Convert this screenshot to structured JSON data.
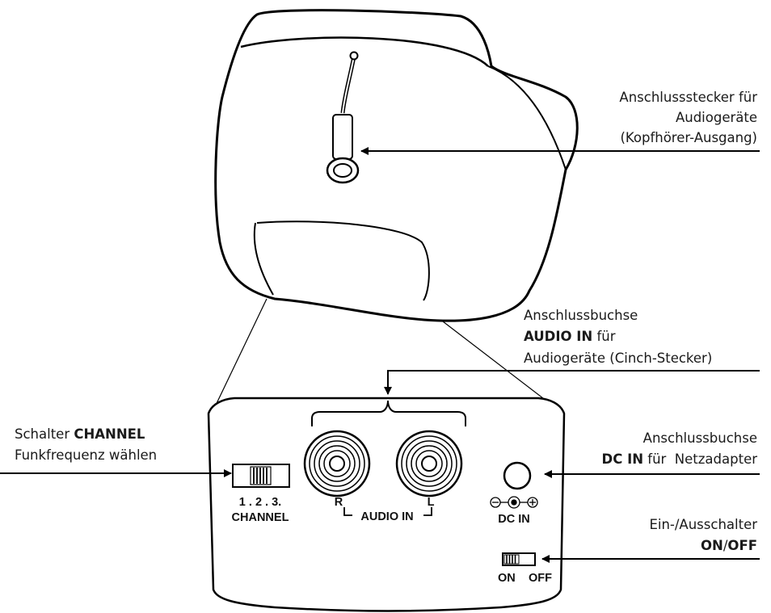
{
  "labels": {
    "headphone": {
      "line1": "Anschlussstecker für",
      "line2": "Audiogeräte",
      "line3": "(Kopfhörer-Ausgang)"
    },
    "audio_in": {
      "line1": "Anschlussbuchse",
      "line2_bold": "AUDIO IN",
      "line2_rest": " für",
      "line3": "Audiogeräte (Cinch-Stecker)"
    },
    "channel": {
      "line1_plain": "Schalter ",
      "line1_bold": "CHANNEL",
      "line2": "Funkfrequenz wählen"
    },
    "dc_in": {
      "line1": "Anschlussbuchse",
      "line2_bold": "DC IN",
      "line2_rest": " für  Netzadapter"
    },
    "on_off": {
      "line1": "Ein-/Ausschalter",
      "line2_bold_on": "ON",
      "line2_slash": "/",
      "line2_bold_off": "OFF"
    }
  },
  "panel": {
    "channel_numbers": "1 . 2 . 3.",
    "channel_label": "CHANNEL",
    "audio_r": "R",
    "audio_l": "L",
    "audio_in_label": "AUDIO IN",
    "dc_in_label": "DC IN",
    "on_label": "ON",
    "off_label": "OFF"
  }
}
